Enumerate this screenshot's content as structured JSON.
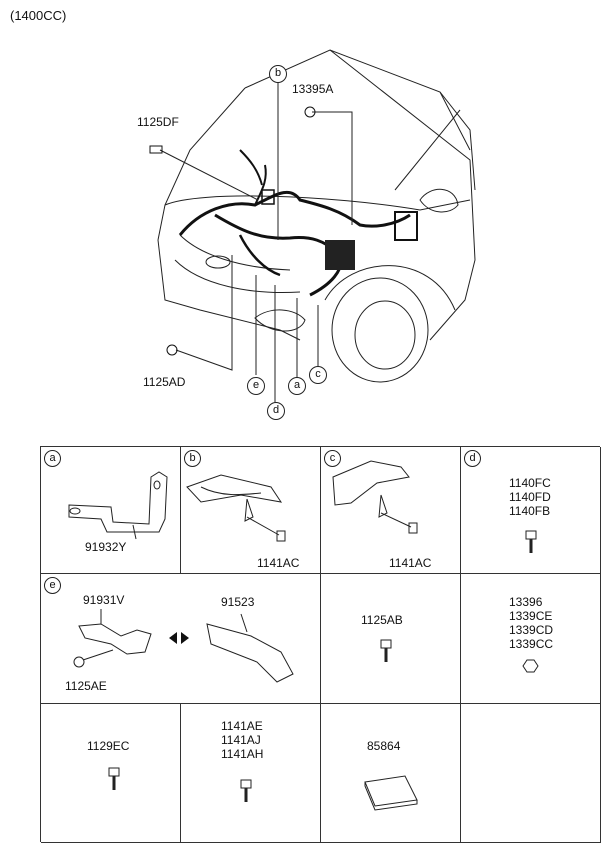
{
  "variant_label": "(1400CC)",
  "overview_callouts": {
    "c_1125DF": "1125DF",
    "c_13395A": "13395A",
    "c_1125AD": "1125AD"
  },
  "overview_letters": [
    "b",
    "e",
    "d",
    "a",
    "c"
  ],
  "cells": {
    "a": {
      "letter": "a",
      "parts": [
        "91932Y"
      ]
    },
    "b": {
      "letter": "b",
      "parts": [
        "1141AC"
      ]
    },
    "c": {
      "letter": "c",
      "parts": [
        "1141AC"
      ]
    },
    "d": {
      "letter": "d",
      "parts": [
        "1140FC",
        "1140FD",
        "1140FB"
      ]
    },
    "e": {
      "letter": "e",
      "parts": [
        "91931V",
        "91523",
        "1125AE"
      ]
    },
    "f": {
      "parts": [
        "1125AB"
      ]
    },
    "g": {
      "parts": [
        "13396",
        "1339CE",
        "1339CD",
        "1339CC"
      ]
    },
    "h": {
      "parts": [
        "1129EC"
      ]
    },
    "i": {
      "parts": [
        "1141AE",
        "1141AJ",
        "1141AH"
      ]
    },
    "j": {
      "parts": [
        "85864"
      ]
    }
  }
}
